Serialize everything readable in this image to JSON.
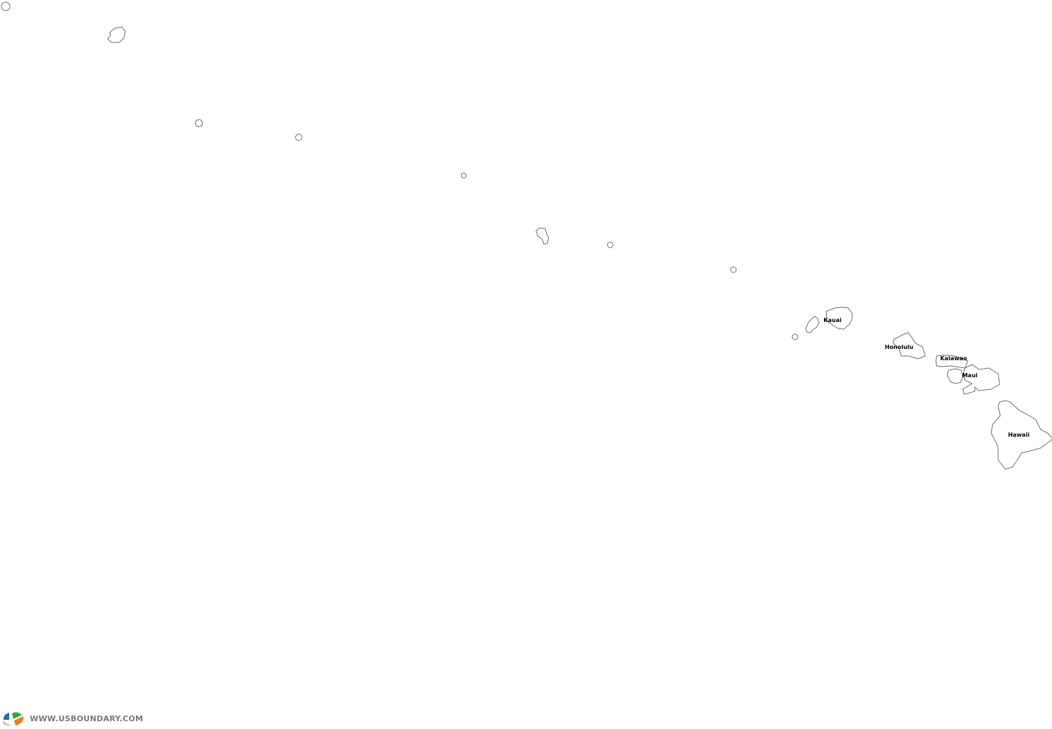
{
  "map": {
    "labels": {
      "kauai": "Kauai",
      "honolulu": "Honolulu",
      "kalawao": "Kalawao",
      "maui": "Maui",
      "hawaii": "Hawaii"
    },
    "outline_color": "#6e6e6e"
  },
  "footer": {
    "logo_text": "WWW.USBOUNDARY.COM",
    "logo_colors": [
      "#1f6fb5",
      "#3aa63a",
      "#f07a22",
      "#b8c4d0"
    ]
  }
}
